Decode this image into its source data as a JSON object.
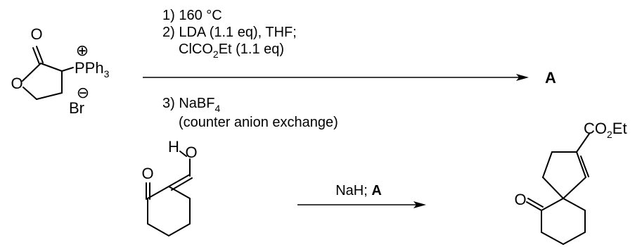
{
  "reaction1": {
    "reactant_atoms": {
      "carbonyl_o": "O",
      "ring_o": "O",
      "phosphonium_plus": "⊕",
      "phosphonium": "PPh",
      "phosphonium_sub": "3",
      "bromide": "Br",
      "bromide_minus": "⊖"
    },
    "conditions_above": {
      "line1": "1) 160 °C",
      "line2": "2) LDA (1.1 eq), THF;",
      "line3_a": "ClCO",
      "line3_sub": "2",
      "line3_b": "Et (1.1 eq)"
    },
    "conditions_below": {
      "line1_a": "3) NaBF",
      "line1_sub": "4",
      "line2": "(counter anion exchange)"
    },
    "product_label": "A"
  },
  "reaction2": {
    "reactant_atoms": {
      "ketone_o": "O",
      "hydroxyl_h": "H",
      "hydroxyl_o": "O"
    },
    "conditions": {
      "reagent": "NaH; ",
      "reagent_bold": "A"
    },
    "product_atoms": {
      "ketone_o": "O",
      "ester_a": "CO",
      "ester_sub": "2",
      "ester_b": "Et"
    }
  }
}
